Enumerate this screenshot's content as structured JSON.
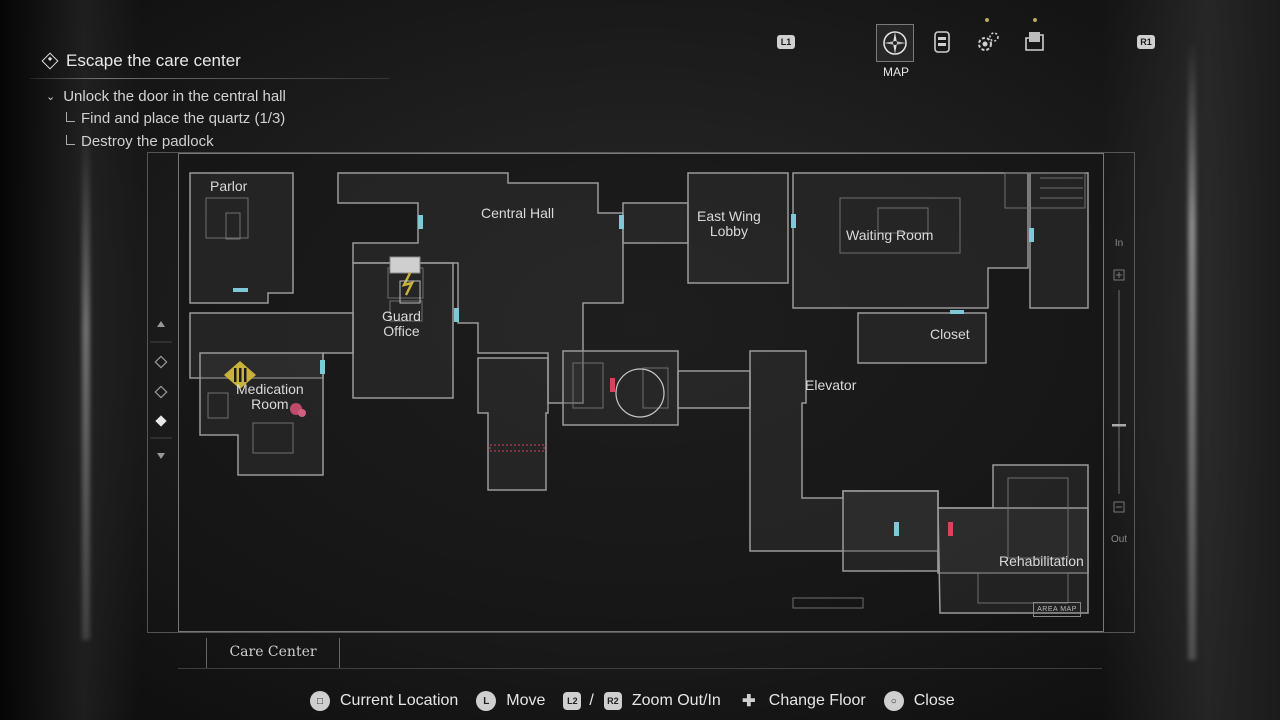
{
  "objectives": {
    "main": "Escape the care center",
    "sub": "Unlock the door in the central hall",
    "steps": [
      "Find and place the quartz (1/3)",
      "Destroy the padlock"
    ]
  },
  "top_menu": {
    "left_button": "L1",
    "right_button": "R1",
    "active_tab_label": "MAP",
    "tabs": [
      {
        "icon": "compass-icon",
        "active": true
      },
      {
        "icon": "inventory-icon",
        "active": false
      },
      {
        "icon": "gear-icon",
        "active": false
      },
      {
        "icon": "files-icon",
        "active": false
      }
    ]
  },
  "map": {
    "rooms": [
      {
        "name": "Parlor"
      },
      {
        "name": "Central Hall"
      },
      {
        "name": "East Wing\nLobby"
      },
      {
        "name": "Waiting Room"
      },
      {
        "name": "Guard\nOffice"
      },
      {
        "name": "Closet"
      },
      {
        "name": "Medication\nRoom"
      },
      {
        "name": "Elevator"
      },
      {
        "name": "Rehabilitation"
      }
    ],
    "zoom_in_label": "In",
    "zoom_out_label": "Out",
    "area_map_tag": "AREA MAP",
    "colors": {
      "unlocked_door": "#7ec8d8",
      "locked_door": "#d8435a",
      "marker": "#c9b23a"
    }
  },
  "location": "Care Center",
  "prompts": [
    {
      "button": "□",
      "label": "Current Location"
    },
    {
      "button": "L",
      "label": "Move"
    },
    {
      "button": "L2",
      "label": ""
    },
    {
      "button": "R2",
      "label": "Zoom Out/In"
    },
    {
      "button": "✚",
      "label": "Change Floor"
    },
    {
      "button": "○",
      "label": "Close"
    }
  ]
}
